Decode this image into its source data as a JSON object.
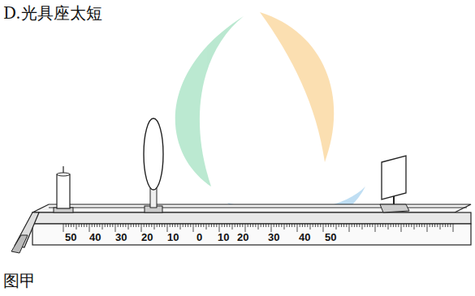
{
  "diagram": {
    "labels": [
      "D.光具座太短",
      "50",
      "40",
      "30",
      "20",
      "10",
      "0",
      "10",
      "20",
      "30",
      "40",
      "50",
      "图甲"
    ]
  }
}
